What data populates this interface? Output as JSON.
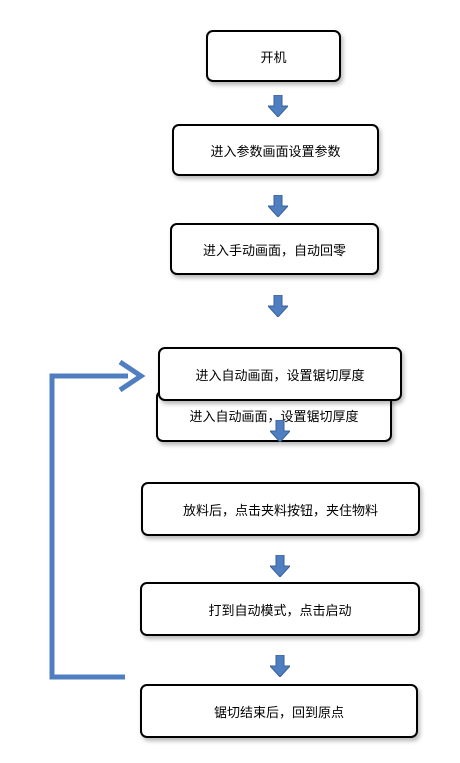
{
  "flowchart": {
    "steps": [
      {
        "id": "power-on",
        "label": "开机"
      },
      {
        "id": "set-params",
        "label": "进入参数画面设置参数"
      },
      {
        "id": "manual-home",
        "label": "进入手动画面，自动回零"
      },
      {
        "id": "set-saw-thickness",
        "label": "进入自动画面，设置锯切厚度"
      },
      {
        "id": "set-saw-thickness-duplicate",
        "label": "进入自动画面，设置锯切厚度"
      },
      {
        "id": "clamp-material",
        "label": "放料后，点击夹料按钮，夹住物料"
      },
      {
        "id": "auto-start",
        "label": "打到自动模式，点击启动"
      },
      {
        "id": "return-origin",
        "label": "锯切结束后，回到原点"
      }
    ]
  },
  "colors": {
    "arrow_fill": "#4f7fc1",
    "arrow_stroke": "#3a6299",
    "loop_line": "#4f7fc1",
    "box_border": "#000000",
    "box_fill": "#ffffff"
  }
}
